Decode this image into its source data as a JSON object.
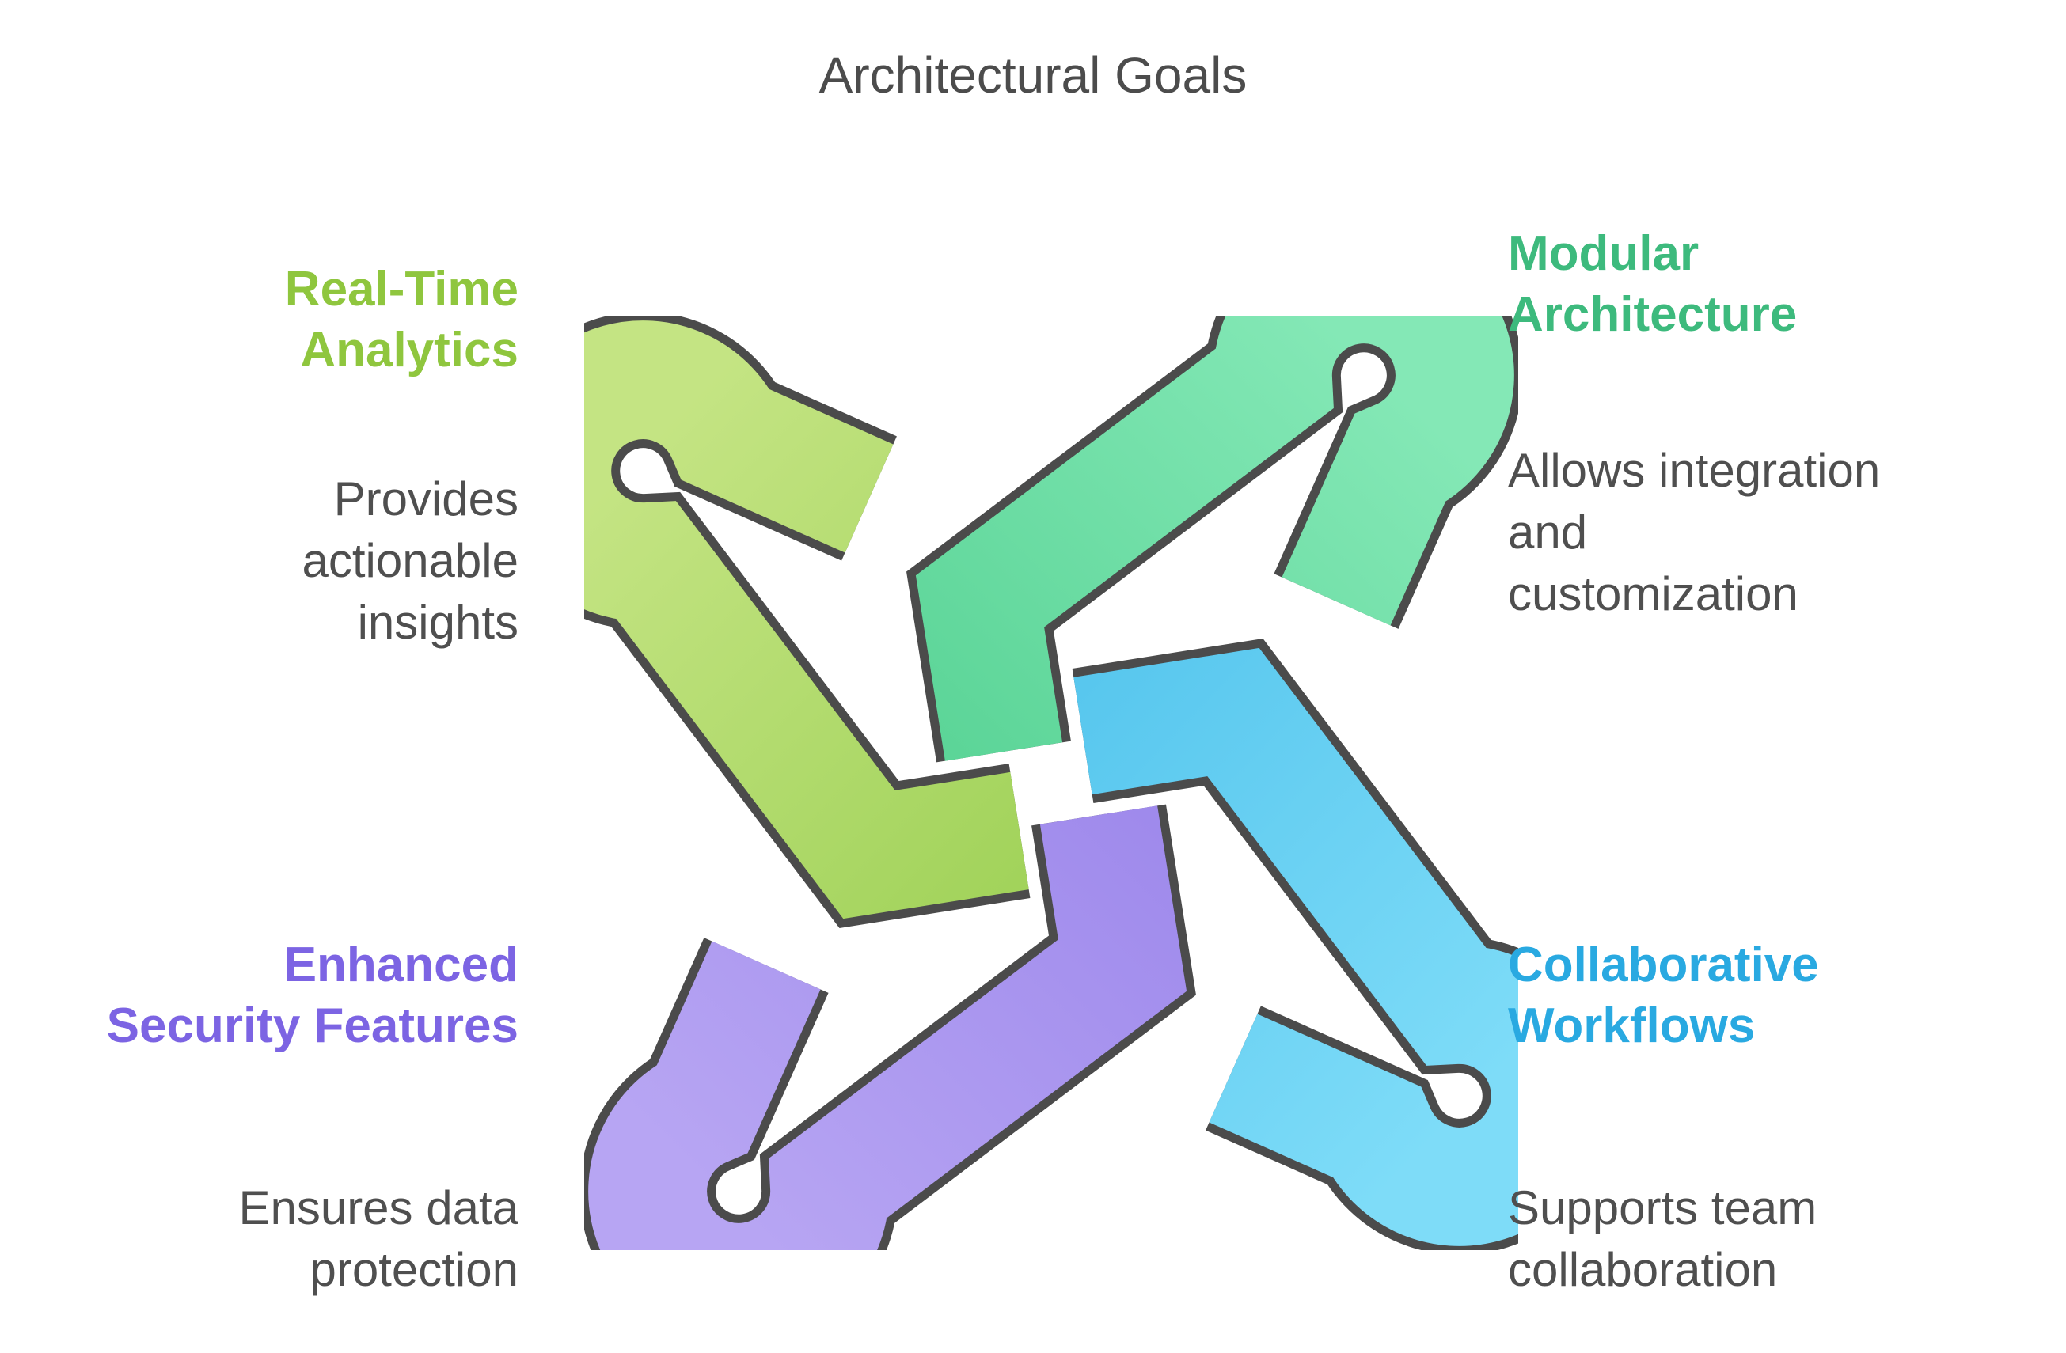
{
  "title": "Architectural Goals",
  "features": {
    "top_left": {
      "label": "Real-Time\nAnalytics",
      "description": "Provides\nactionable\ninsights",
      "color": "#8fc63e"
    },
    "top_right": {
      "label": "Modular\nArchitecture",
      "description": "Allows integration\nand\ncustomization",
      "color": "#3dba7d"
    },
    "bottom_left": {
      "label": "Enhanced\nSecurity Features",
      "description": "Ensures data\nprotection",
      "color": "#7c64e3"
    },
    "bottom_right": {
      "label": "Collaborative\nWorkflows",
      "description": "Supports team\ncollaboration",
      "color": "#29a9e1"
    }
  },
  "knot": {
    "outline_color": "#4b4b4b",
    "pieces": [
      {
        "name": "real-time-analytics-loop",
        "position": "top-left",
        "color_light": "#c4e483",
        "color_dark": "#a2d35b"
      },
      {
        "name": "modular-architecture-loop",
        "position": "top-right",
        "color_light": "#84e8b6",
        "color_dark": "#5cd598"
      },
      {
        "name": "collaborative-workflows-loop",
        "position": "bottom-right",
        "color_light": "#7edcf8",
        "color_dark": "#58c7ee"
      },
      {
        "name": "enhanced-security-loop",
        "position": "bottom-left",
        "color_light": "#b7a5f3",
        "color_dark": "#9f8aec"
      }
    ]
  }
}
